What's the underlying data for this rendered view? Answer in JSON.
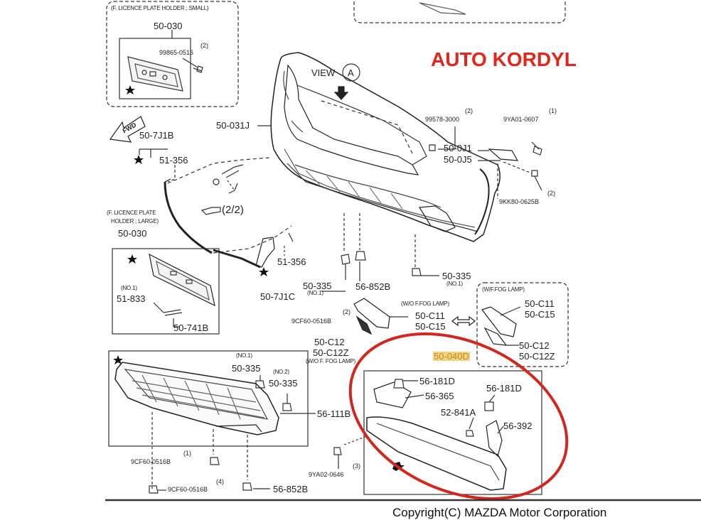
{
  "brand": "AUTO KORDYL",
  "copyright": "Copyright(C) MAZDA Motor Corporation",
  "colors": {
    "brand_red": "#e2261b",
    "highlight": "#f6d37e",
    "circle_red": "#d0281f",
    "line": "#333333"
  },
  "icons": {
    "front_arrow": "fwd-arrow-icon",
    "star": "star-icon",
    "view_arrow": "down-arrow-icon",
    "hand": "hand-pointer-icon",
    "double_arrow": "double-arrow-icon"
  },
  "labels": {
    "lp_small_header": "(F. LICENCE PLATE HOLDER ; SMALL)",
    "p50_030_top": "50-030",
    "qty2_a": "(2)",
    "p99865": "99865-0516",
    "fwd": "FWD",
    "p50_7j1b": "50-7J1B",
    "p51_356_left": "51-356",
    "p50_031j": "50-031J",
    "view": "VIEW",
    "view_a": "A",
    "qty2_b": "(2)",
    "p99578": "99578-3000",
    "qty1_a": "(1)",
    "p9ya01": "9YA01-0607",
    "p50_0j1": "50-0J1",
    "p50_0j5": "50-0J5",
    "qty2_c": "(2)",
    "p9kk80": "9KK80-0625B",
    "page_ref": "(2/2)",
    "lp_large_header_1": "(F. LICENCE PLATE",
    "lp_large_header_2": "HOLDER ; LARGE)",
    "p50_030_mid": "50-030",
    "no1_a": "(NO.1)",
    "p51_833": "51-833",
    "p50_741b": "50-741B",
    "p51_356_mid": "51-356",
    "p50_335_a": "50-335",
    "no1_b": "(NO.1)",
    "p56_852b_a": "56-852B",
    "p50_7j1c": "50-7J1C",
    "p50_335_b": "50-335",
    "no1_c": "(NO.1)",
    "wo_fog_1": "(W/O F.FOG LAMP)",
    "qty2_d": "(2)",
    "p9cf60_a": "9CF60-0516B",
    "p50_c11_a": "50-C11",
    "p50_c15_a": "50-C15",
    "w_fog": "(W/F.FOG LAMP)",
    "p50_c11_b": "50-C11",
    "p50_c15_b": "50-C15",
    "p50_c12_a": "50-C12",
    "p50_c12z_a": "50-C12Z",
    "wo_fog_2": "(W/O F. FOG LAMP)",
    "p50_c12_b": "50-C12",
    "p50_c12z_b": "50-C12Z",
    "p50_040d": "50-040D",
    "no1_d": "(NO.1)",
    "p50_335_c": "50-335",
    "no2": "(NO.2)",
    "p50_335_d": "50-335",
    "p56_111b": "56-111B",
    "p56_181d_a": "56-181D",
    "p56_365": "56-365",
    "p56_181d_b": "56-181D",
    "p52_841a": "52-841A",
    "p56_392": "56-392",
    "qty1_b": "(1)",
    "p9cf60_b": "9CF60-0516B",
    "qty3": "(3)",
    "p9ya02": "9YA02-0646",
    "qty4": "(4)",
    "p9cf60_c": "9CF60-0516B",
    "p56_852b_b": "56-852B"
  }
}
